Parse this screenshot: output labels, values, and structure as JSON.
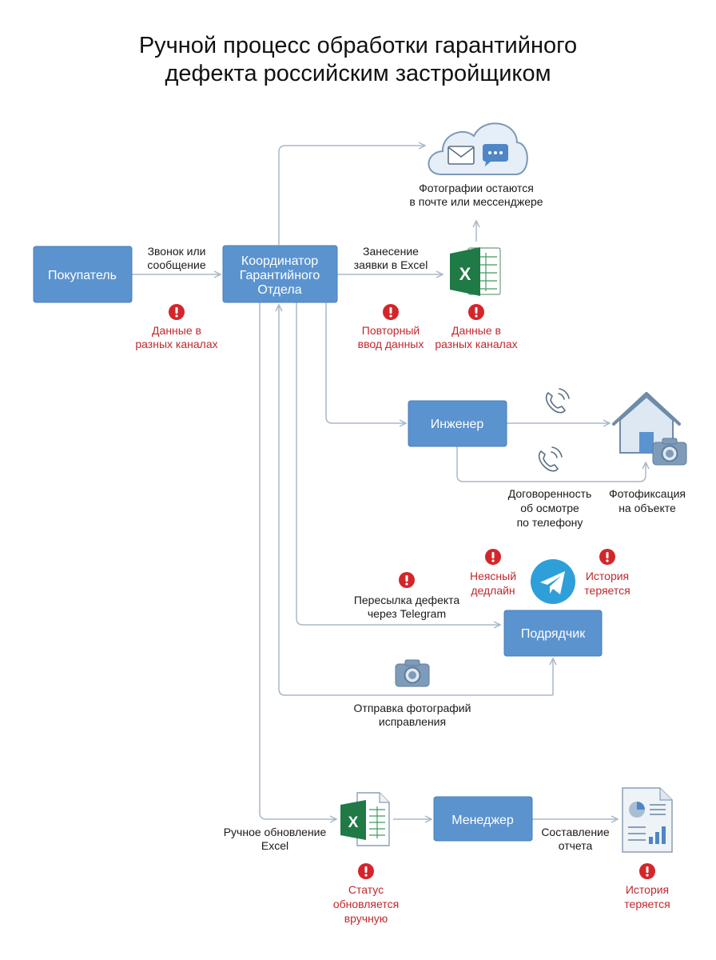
{
  "title": {
    "line1": "Ручной процесс обработки гарантийного",
    "line2": "дефекта российским застройщиком"
  },
  "nodes": {
    "buyer": "Покупатель",
    "coordinator": [
      "Координатор",
      "Гарантийного",
      "Отдела"
    ],
    "engineer": "Инженер",
    "contractor": "Подрядчик",
    "manager": "Менеджер"
  },
  "labels": {
    "call_message": [
      "Звонок или",
      "сообщение"
    ],
    "excel_entry": [
      "Занесение",
      "заявки в Excel"
    ],
    "photos_remain": [
      "Фотографии остаются",
      "в почте или мессенджере"
    ],
    "phone_agreement": [
      "Договоренность",
      "об осмотре",
      "по телефону"
    ],
    "photo_on_site": [
      "Фотофиксация",
      "на объекте"
    ],
    "telegram_forward": [
      "Пересылка дефекта",
      "через Telegram"
    ],
    "send_photos": [
      "Отправка фотографий",
      "исправления"
    ],
    "manual_excel": [
      "Ручное обновление",
      "Excel"
    ],
    "report": [
      "Составление",
      "отчета"
    ]
  },
  "warnings": {
    "data_channels_1": [
      "Данные в",
      "разных каналах"
    ],
    "repeat_input": [
      "Повторный",
      "ввод данных"
    ],
    "data_channels_2": [
      "Данные в",
      "разных каналах"
    ],
    "unclear_deadline": [
      "Неясный",
      "дедлайн"
    ],
    "history_lost_1": [
      "История",
      "теряется"
    ],
    "status_manual": [
      "Статус",
      "обновляется",
      "вручную"
    ],
    "history_lost_2": [
      "История",
      "теряется"
    ]
  },
  "icons": [
    "cloud-icon",
    "mail-icon",
    "chat-icon",
    "excel-icon",
    "phone-icon",
    "house-icon",
    "camera-icon",
    "telegram-icon",
    "warning-icon",
    "report-icon"
  ],
  "colors": {
    "box": "#5b93cf",
    "warning": "#c0282d",
    "arrow": "#a8b8c8",
    "excel": "#1f7a45"
  }
}
